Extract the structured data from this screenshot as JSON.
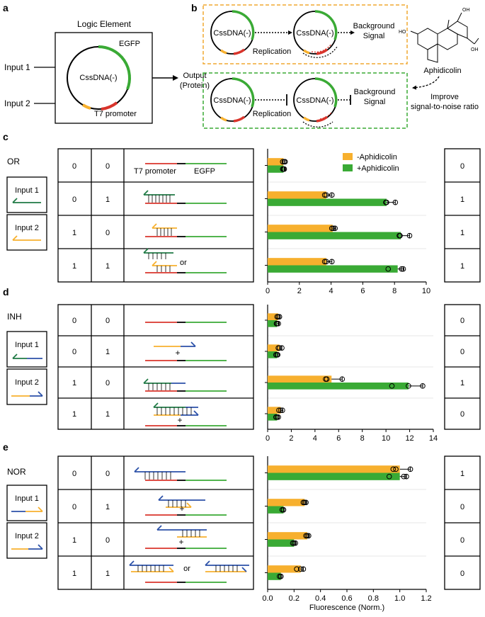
{
  "panel_labels": {
    "a": "a",
    "b": "b",
    "c": "c",
    "d": "d",
    "e": "e"
  },
  "panel_a": {
    "title": "Logic Element",
    "input1": "Input 1",
    "input2": "Input 2",
    "egfp": "EGFP",
    "plasmid": "CssDNA(-)",
    "promoter": "T7 promoter",
    "output_line1": "Output",
    "output_line2": "(Protein)"
  },
  "panel_b": {
    "plasmid": "CssDNA(-)",
    "replication": "Replication",
    "background_line1": "Background",
    "background_line2": "Signal",
    "compound": "Aphidicolin",
    "improve_line1": "Improve",
    "improve_line2": "signal-to-noise ratio",
    "colors": {
      "top_box": "#f0a830",
      "bottom_box": "#3aaa35"
    }
  },
  "legend": {
    "minus": "-Aphidicolin",
    "plus": "+Aphidicolin"
  },
  "colors": {
    "orange": "#f7b02e",
    "green": "#3aaa35",
    "red": "#d9342b",
    "blue": "#2b50a8",
    "dark_green": "#1f7a45",
    "black": "#000000"
  },
  "panel_c": {
    "gate": "OR",
    "input1": "Input 1",
    "input2": "Input 2",
    "promoter_label": "T7 promoter",
    "egfp_label": "EGFP",
    "or_word": "or",
    "rows": [
      {
        "in1": "0",
        "in2": "0",
        "out": "0"
      },
      {
        "in1": "0",
        "in2": "1",
        "out": "1"
      },
      {
        "in1": "1",
        "in2": "0",
        "out": "1"
      },
      {
        "in1": "1",
        "in2": "1",
        "out": "1"
      }
    ]
  },
  "panel_d": {
    "gate": "INH",
    "input1": "Input 1",
    "input2": "Input 2",
    "plus_sign": "+",
    "rows": [
      {
        "in1": "0",
        "in2": "0",
        "out": "0"
      },
      {
        "in1": "0",
        "in2": "1",
        "out": "0"
      },
      {
        "in1": "1",
        "in2": "0",
        "out": "1"
      },
      {
        "in1": "1",
        "in2": "1",
        "out": "0"
      }
    ]
  },
  "panel_e": {
    "gate": "NOR",
    "input1": "Input 1",
    "input2": "Input 2",
    "plus_sign": "+",
    "or_word": "or",
    "rows": [
      {
        "in1": "0",
        "in2": "0",
        "out": "1"
      },
      {
        "in1": "0",
        "in2": "1",
        "out": "0"
      },
      {
        "in1": "1",
        "in2": "0",
        "out": "0"
      },
      {
        "in1": "1",
        "in2": "1",
        "out": "0"
      }
    ]
  },
  "chart_data": [
    {
      "type": "bar",
      "orientation": "horizontal",
      "panel": "c",
      "categories": [
        "0 0",
        "0 1",
        "1 0",
        "1 1"
      ],
      "series": [
        {
          "name": "-Aphidicolin",
          "values": [
            1.0,
            3.7,
            4.1,
            3.7
          ],
          "points": [
            [
              0.95,
              1.05,
              1.1
            ],
            [
              3.6,
              3.7,
              4.05
            ],
            [
              4.05,
              4.15,
              4.25
            ],
            [
              3.6,
              3.7,
              4.05
            ]
          ]
        },
        {
          "name": "+Aphidicolin",
          "values": [
            1.0,
            7.5,
            8.4,
            8.2
          ],
          "points": [
            [
              0.95,
              1.0,
              1.05
            ],
            [
              7.45,
              7.5,
              8.05
            ],
            [
              8.3,
              8.35,
              8.95
            ],
            [
              7.6,
              8.45,
              8.55
            ]
          ]
        }
      ],
      "xlim": [
        0,
        10
      ],
      "xticks": [
        "0",
        "2",
        "4",
        "6",
        "8",
        "10"
      ],
      "xlabel": ""
    },
    {
      "type": "bar",
      "orientation": "horizontal",
      "panel": "d",
      "categories": [
        "0 0",
        "0 1",
        "1 0",
        "1 1"
      ],
      "series": [
        {
          "name": "-Aphidicolin",
          "values": [
            0.9,
            1.0,
            5.4,
            1.1
          ],
          "points": [
            [
              0.8,
              0.9,
              1.0
            ],
            [
              0.9,
              1.0,
              1.2
            ],
            [
              4.9,
              5.0,
              6.3
            ],
            [
              0.95,
              1.1,
              1.25
            ]
          ]
        },
        {
          "name": "+Aphidicolin",
          "values": [
            0.8,
            0.8,
            11.9,
            0.8
          ],
          "points": [
            [
              0.75,
              0.8,
              0.9
            ],
            [
              0.7,
              0.8,
              0.85
            ],
            [
              10.5,
              11.9,
              13.1
            ],
            [
              0.7,
              0.8,
              0.9
            ]
          ]
        }
      ],
      "xlim": [
        0,
        14
      ],
      "xticks": [
        "0",
        "2",
        "4",
        "6",
        "8",
        "10",
        "12",
        "14"
      ],
      "xlabel": ""
    },
    {
      "type": "bar",
      "orientation": "horizontal",
      "panel": "e",
      "categories": [
        "0 0",
        "0 1",
        "1 0",
        "1 1"
      ],
      "series": [
        {
          "name": "-Aphidicolin",
          "values": [
            1.0,
            0.28,
            0.3,
            0.25
          ],
          "points": [
            [
              0.95,
              0.97,
              1.08
            ],
            [
              0.27,
              0.28,
              0.29
            ],
            [
              0.29,
              0.3,
              0.31
            ],
            [
              0.22,
              0.25,
              0.27
            ]
          ]
        },
        {
          "name": "+Aphidicolin",
          "values": [
            1.0,
            0.12,
            0.2,
            0.1
          ],
          "points": [
            [
              0.92,
              1.03,
              1.05
            ],
            [
              0.11,
              0.12,
              0.12
            ],
            [
              0.19,
              0.2,
              0.21
            ],
            [
              0.09,
              0.1,
              0.1
            ]
          ]
        }
      ],
      "xlim": [
        0,
        1.2
      ],
      "xticks": [
        "0.0",
        "0.2",
        "0.4",
        "0.6",
        "0.8",
        "1.0",
        "1.2"
      ],
      "xlabel": "Fluorescence (Norm.)"
    }
  ]
}
